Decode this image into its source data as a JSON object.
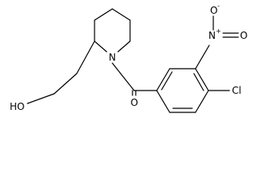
{
  "atoms": {
    "nitrogen": "N",
    "carbonyl_oxygen": "O",
    "hydroxyl": "HO",
    "chlorine": "Cl",
    "nitro_nitrogen": "N",
    "nitro_nitrogen_charge": "+",
    "nitro_oxygen_top": "O",
    "nitro_oxygen_top_charge": "-",
    "nitro_oxygen_right": "O"
  }
}
